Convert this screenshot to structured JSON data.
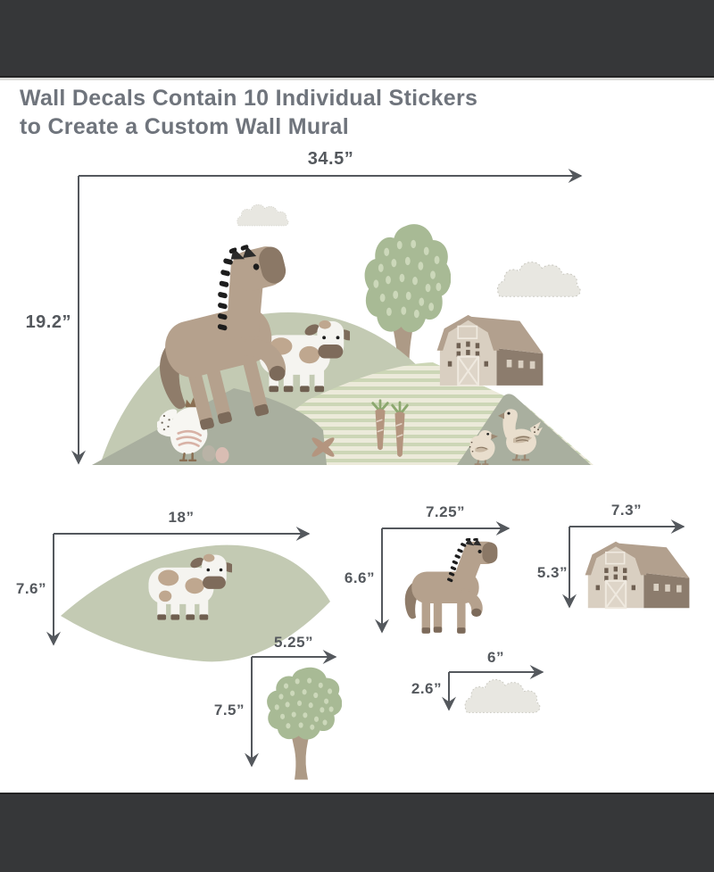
{
  "title": {
    "line1": "Wall Decals Contain 10 Individual Stickers",
    "line2": "to Create a Custom Wall Mural"
  },
  "mural": {
    "width_label": "34.5”",
    "height_label": "19.2”"
  },
  "stickers": {
    "hill_cow": {
      "width_label": "18”",
      "height_label": "7.6”"
    },
    "horse": {
      "width_label": "7.25”",
      "height_label": "6.6”"
    },
    "barn": {
      "width_label": "7.3”",
      "height_label": "5.3”"
    },
    "tree": {
      "width_label": "5.25”",
      "height_label": "7.5”"
    },
    "cloud": {
      "width_label": "6”",
      "height_label": "2.6”"
    }
  },
  "colors": {
    "frame_bar": "#363739",
    "title_text": "#6f747c",
    "dimension_text": "#54585d",
    "arrow": "#54585d",
    "hill_green": "#c3cab3",
    "hill_gray": "#a9af9f",
    "cloud": "#e8e7e1",
    "animal_tan": "#b5a18d",
    "barn_front": "#d9cfc1",
    "barn_side": "#8c7c6d",
    "barn_roof": "#b2a08e",
    "tree_foliage": "#a8ba95",
    "field_stripe": "#ccd6b6"
  }
}
